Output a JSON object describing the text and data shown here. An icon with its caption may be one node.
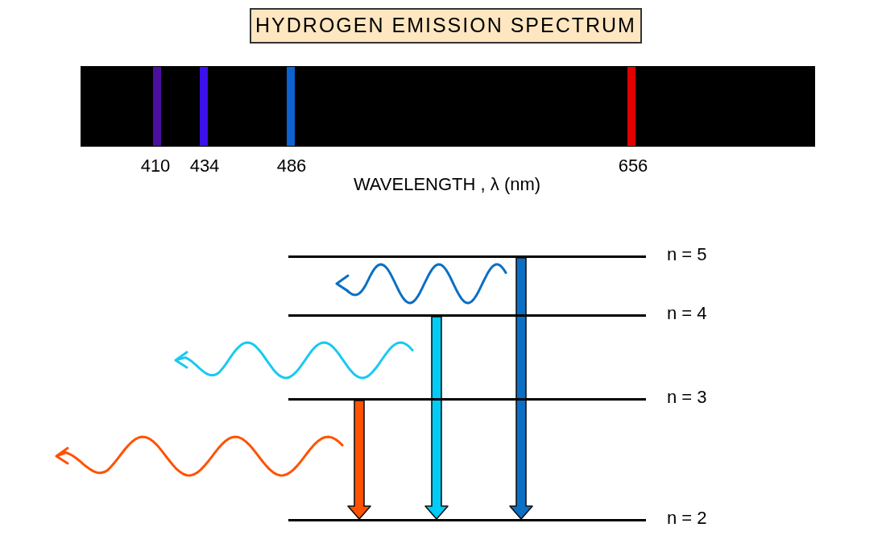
{
  "diagram": {
    "title": "HYDROGEN EMISSION SPECTRUM",
    "nodes": [
      {
        "text": [],
        "shape": "bar",
        "beside": [
          "n = 5"
        ]
      },
      {
        "text": [],
        "shape": "bar",
        "beside": [
          "n = 4"
        ]
      },
      {
        "text": [],
        "shape": "bar",
        "beside": [
          "n = 3"
        ]
      },
      {
        "text": [],
        "shape": "bar",
        "beside": [
          "n = 2"
        ]
      }
    ],
    "edges": [
      {
        "from": 0,
        "to": 3,
        "arrow": "to",
        "color": "#0b6fc4"
      },
      {
        "from": 1,
        "to": 3,
        "arrow": "to",
        "color": "#00ccf5"
      },
      {
        "from": 2,
        "to": 3,
        "arrow": "to",
        "color": "#ff5200"
      }
    ],
    "labels": [
      "410",
      "434",
      "486",
      "656",
      "WAVELENGTH , λ (nm)"
    ]
  }
}
